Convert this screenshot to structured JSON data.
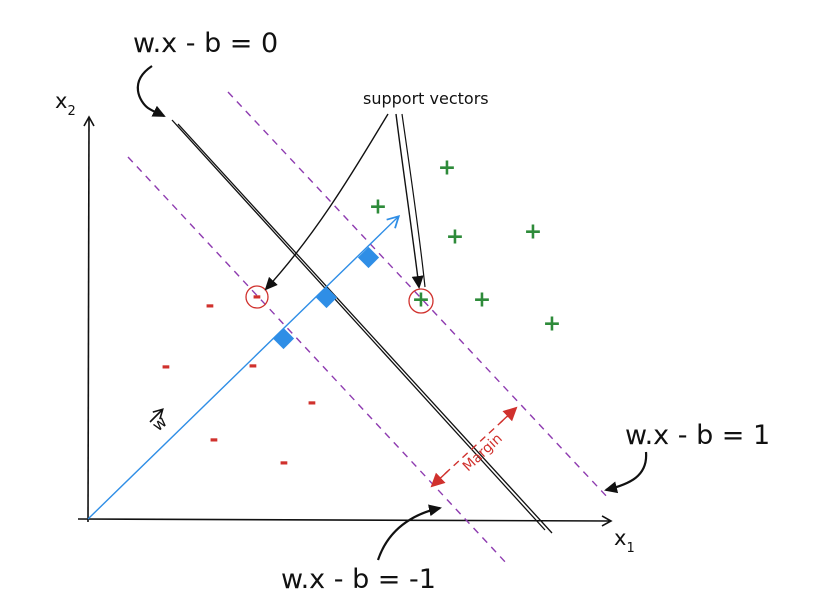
{
  "labels": {
    "hyperplane": "w.x - b = 0",
    "positive_margin": "w.x - b = 1",
    "negative_margin": "w.x - b = -1",
    "support_vectors": "support vectors",
    "margin": "Margin",
    "w_vector": "w",
    "x1_base": "x",
    "x1_sub": "1",
    "x2_base": "x",
    "x2_sub": "2"
  },
  "points": {
    "positive": {
      "symbol": "+",
      "color": "#2e8b3a"
    },
    "negative": {
      "symbol": "-",
      "color": "#d0312d"
    }
  },
  "colors": {
    "hyperplane": "#111111",
    "margin_lines": "#8e3bb0",
    "w_vector": "#2f8ee6",
    "projection_markers": "#2f8ee6",
    "margin_arrow": "#d0312d",
    "support_vector_circle": "#d0312d",
    "axes": "#111111"
  }
}
